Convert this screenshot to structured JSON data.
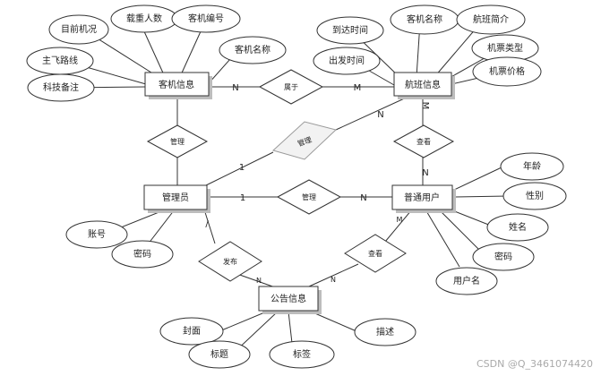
{
  "entities": {
    "aircraft": "客机信息",
    "flight": "航班信息",
    "admin": "管理员",
    "user": "普通用户",
    "notice": "公告信息"
  },
  "attributes": {
    "aircraft_model": "目前机况",
    "capacity": "载重人数",
    "aircraft_no": "客机编号",
    "aircraft_name": "客机名称",
    "main_route": "主飞路线",
    "tech_notes": "科技备注",
    "arrival_time": "到达时间",
    "flight_aircraft_name": "客机名称",
    "flight_intro": "航班简介",
    "departure_time": "出发时间",
    "ticket_type": "机票类型",
    "ticket_price": "机票价格",
    "age": "年龄",
    "gender": "性别",
    "name": "姓名",
    "user_password": "密码",
    "username": "用户名",
    "account": "账号",
    "admin_password": "密码",
    "cover": "封面",
    "title": "标题",
    "tag": "标签",
    "description": "描述"
  },
  "relationships": {
    "belongs_to": "属于",
    "manage_aircraft": "管理",
    "manage_flight": "管理",
    "manage_user": "管理",
    "view_flight": "查看",
    "publish": "发布",
    "view_notice": "查看"
  },
  "cardinalities": {
    "belongs_aircraft": "N",
    "belongs_flight": "M",
    "manage_flight_admin": "1",
    "manage_flight_flight": "N",
    "view_flight_flight": "M",
    "view_flight_user": "N",
    "manage_user_admin": "1",
    "manage_user_user": "N",
    "publish_admin": "/",
    "publish_notice": "N",
    "view_notice_user": "M",
    "view_notice_notice": "N"
  },
  "watermark": "CSDN @Q_3461074420"
}
